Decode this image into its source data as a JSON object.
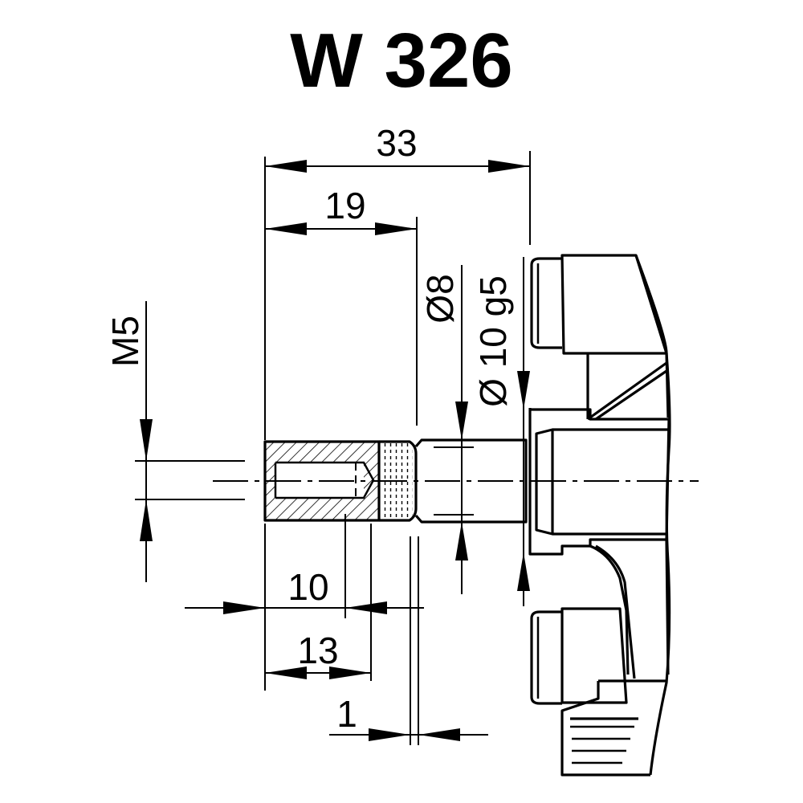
{
  "title": "W 326",
  "dimensions": {
    "overall_length": "33",
    "length_19": "19",
    "thread": "M5",
    "dia_8": "Ø8",
    "dia_10": "Ø 10 g5",
    "length_10": "10",
    "length_13": "13",
    "length_1": "1"
  }
}
